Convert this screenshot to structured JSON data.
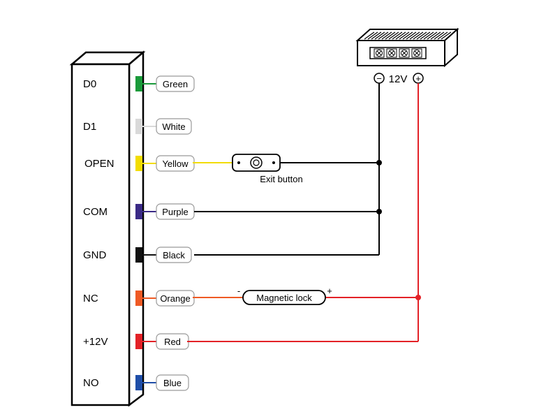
{
  "controller": {
    "pins": [
      {
        "pin": "D0",
        "wire": "Green",
        "color": "#1a9a3a"
      },
      {
        "pin": "D1",
        "wire": "White",
        "color": "#d9d9d9"
      },
      {
        "pin": "OPEN",
        "wire": "Yellow",
        "color": "#f2dc00"
      },
      {
        "pin": "COM",
        "wire": "Purple",
        "color": "#3a2a86"
      },
      {
        "pin": "GND",
        "wire": "Black",
        "color": "#111111"
      },
      {
        "pin": "NC",
        "wire": "Orange",
        "color": "#ef5a24"
      },
      {
        "pin": "+12V",
        "wire": "Red",
        "color": "#e32127"
      },
      {
        "pin": "NO",
        "wire": "Blue",
        "color": "#1f4ea8"
      }
    ]
  },
  "exit_button": {
    "label": "Exit button"
  },
  "magnetic_lock": {
    "label": "Magnetic lock",
    "minus": "-",
    "plus": "+"
  },
  "power_supply": {
    "voltage": "12V",
    "minus": "−",
    "plus": "+"
  }
}
